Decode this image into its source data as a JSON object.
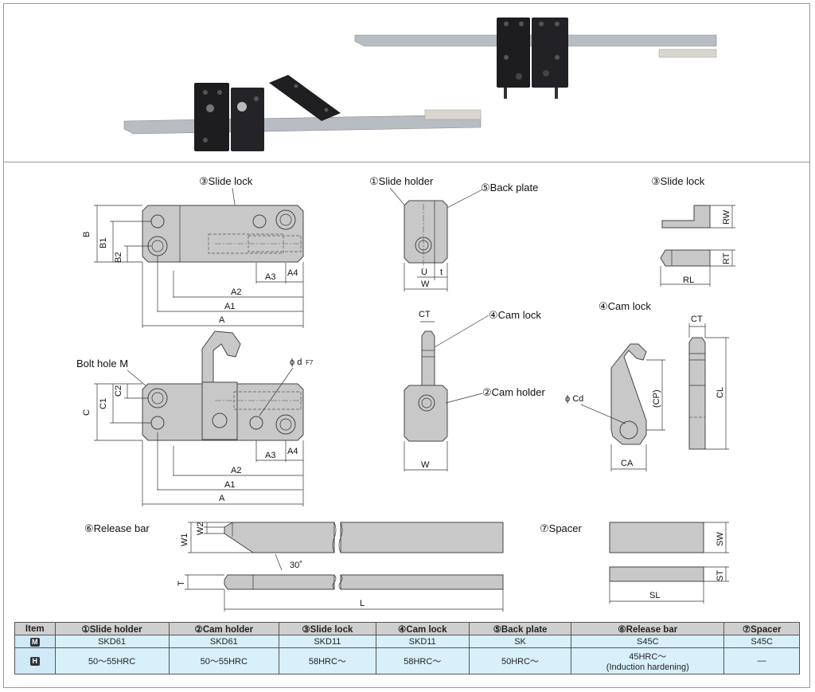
{
  "labels": {
    "slide_lock_top": "③Slide lock",
    "slide_holder": "①Slide holder",
    "back_plate": "⑤Back plate",
    "slide_lock_detail": "③Slide lock",
    "cam_lock_mid": "④Cam lock",
    "cam_holder": "②Cam holder",
    "cam_lock_detail": "④Cam lock",
    "bolt_hole": "Bolt hole M",
    "phi_d": "ϕ d",
    "phi_d_tol": "F7",
    "phi_cd": "ϕ Cd",
    "release_bar": "⑥Release bar",
    "spacer": "⑦Spacer",
    "angle": "30˚"
  },
  "dims": {
    "B": "B",
    "B1": "B1",
    "B2": "B2",
    "A": "A",
    "A1": "A1",
    "A2": "A2",
    "A3": "A3",
    "A4": "A4",
    "C": "C",
    "C1": "C1",
    "C2": "C2",
    "U": "U",
    "t": "t",
    "W": "W",
    "CT": "CT",
    "CP": "(CP)",
    "CL": "CL",
    "CA": "CA",
    "RW": "RW",
    "RT": "RT",
    "RL": "RL",
    "W1": "W1",
    "W2": "W2",
    "T": "T",
    "L": "L",
    "SW": "SW",
    "ST": "ST",
    "SL": "SL"
  },
  "table": {
    "headers": [
      "Item",
      "①Slide holder",
      "②Cam holder",
      "③Slide lock",
      "④Cam lock",
      "⑤Back plate",
      "⑥Release bar",
      "⑦Spacer"
    ],
    "row_m": {
      "badge": "M",
      "cells": [
        "SKD61",
        "SKD61",
        "SKD11",
        "SKD11",
        "SK",
        "S45C",
        "S45C"
      ]
    },
    "row_h": {
      "badge": "H",
      "cells": [
        "50～55HRC",
        "50～55HRC",
        "58HRC～",
        "58HRC～",
        "50HRC～",
        "45HRC～",
        "―"
      ],
      "release_bar_note": "(Induction hardening)"
    }
  }
}
